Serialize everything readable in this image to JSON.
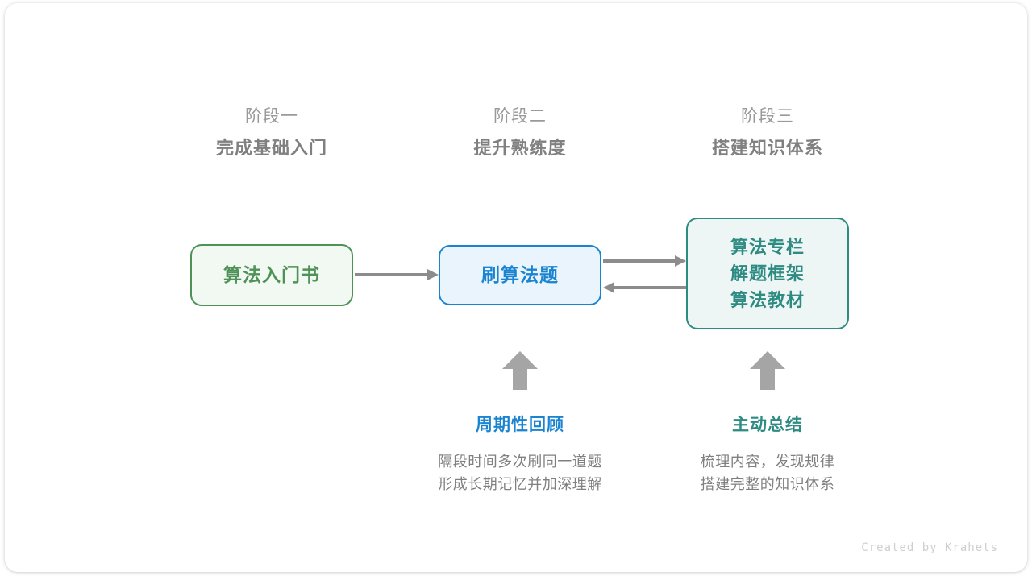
{
  "diagram": {
    "stages": [
      {
        "sub": "阶段一",
        "title": "完成基础入门"
      },
      {
        "sub": "阶段二",
        "title": "提升熟练度"
      },
      {
        "sub": "阶段三",
        "title": "搭建知识体系"
      }
    ],
    "nodes": [
      {
        "id": "node-book",
        "lines": [
          "算法入门书"
        ],
        "color": "#4f9257",
        "fill": "#f2f8f2"
      },
      {
        "id": "node-practice",
        "lines": [
          "刷算法题"
        ],
        "color": "#1b84d0",
        "fill": "#e9f4fd"
      },
      {
        "id": "node-system",
        "lines": [
          "算法专栏",
          "解题框架",
          "算法教材"
        ],
        "color": "#2e8b82",
        "fill": "#eef6f5"
      }
    ],
    "annotations": [
      {
        "title": "周期性回顾",
        "accent": "#1b84d0",
        "desc_lines": [
          "隔段时间多次刷同一道题",
          "形成长期记忆并加深理解"
        ]
      },
      {
        "title": "主动总结",
        "accent": "#2e8b82",
        "desc_lines": [
          "梳理内容，发现规律",
          "搭建完整的知识体系"
        ]
      }
    ],
    "arrow_color": "#8c8c8c",
    "watermark": "Created by Krahets"
  }
}
